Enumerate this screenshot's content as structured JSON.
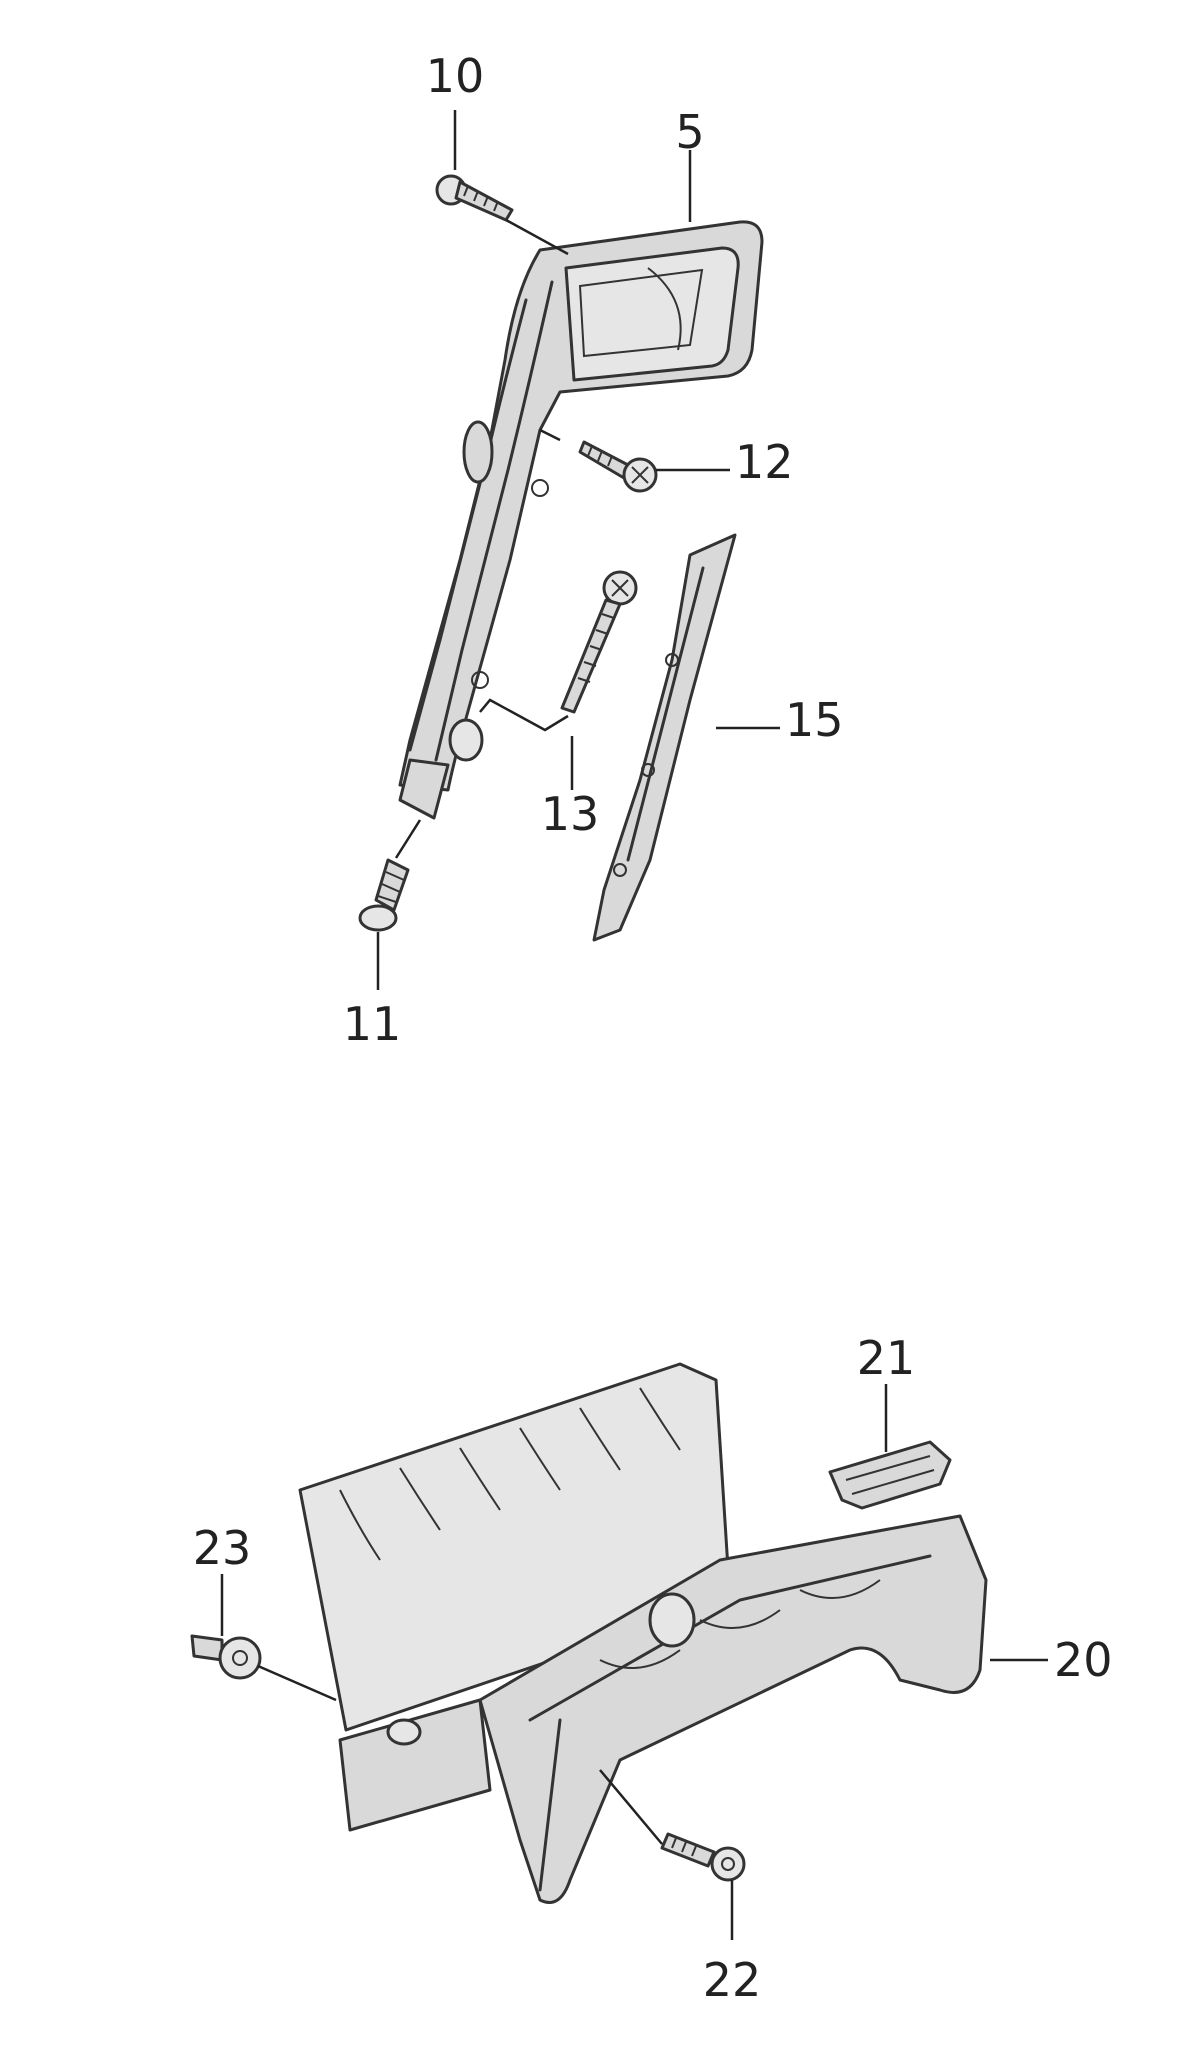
{
  "callouts": {
    "c10": "10",
    "c5": "5",
    "c12": "12",
    "c13": "13",
    "c15": "15",
    "c11": "11",
    "c21": "21",
    "c23": "23",
    "c20": "20",
    "c22": "22"
  }
}
